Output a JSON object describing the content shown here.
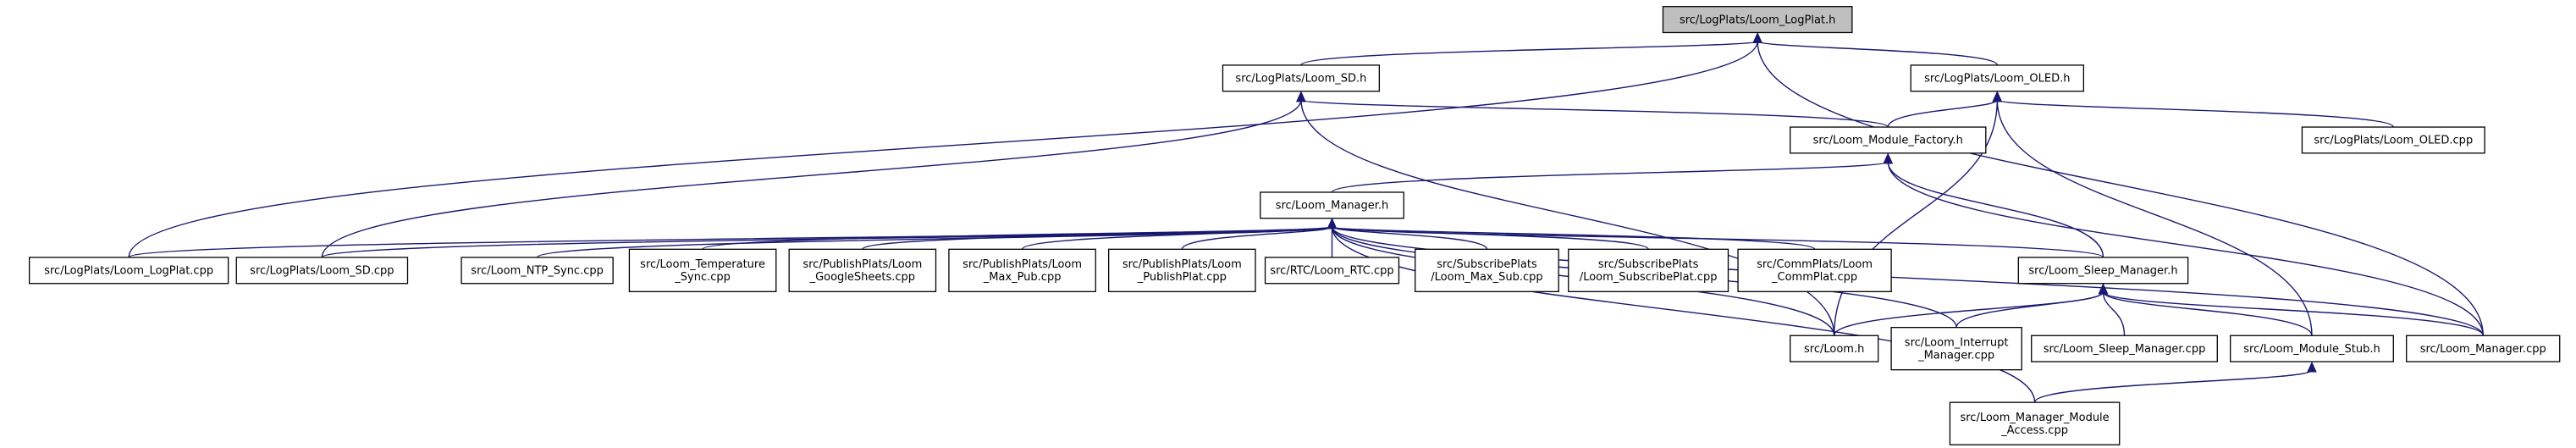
{
  "nodes": [
    {
      "id": "logplat_h",
      "lines": [
        "src/LogPlats/Loom_LogPlat.h"
      ],
      "focus": true
    },
    {
      "id": "sd_h",
      "lines": [
        "src/LogPlats/Loom_SD.h"
      ]
    },
    {
      "id": "oled_h",
      "lines": [
        "src/LogPlats/Loom_OLED.h"
      ]
    },
    {
      "id": "factory_h",
      "lines": [
        "src/Loom_Module_Factory.h"
      ]
    },
    {
      "id": "oled_cpp",
      "lines": [
        "src/LogPlats/Loom_OLED.cpp"
      ]
    },
    {
      "id": "manager_h",
      "lines": [
        "src/Loom_Manager.h"
      ]
    },
    {
      "id": "logplat_cpp",
      "lines": [
        "src/LogPlats/Loom_LogPlat.cpp"
      ]
    },
    {
      "id": "sd_cpp",
      "lines": [
        "src/LogPlats/Loom_SD.cpp"
      ]
    },
    {
      "id": "ntp_cpp",
      "lines": [
        "src/Loom_NTP_Sync.cpp"
      ]
    },
    {
      "id": "temp_cpp",
      "lines": [
        "src/Loom_Temperature",
        "_Sync.cpp"
      ]
    },
    {
      "id": "gsheets_cpp",
      "lines": [
        "src/PublishPlats/Loom",
        "_GoogleSheets.cpp"
      ]
    },
    {
      "id": "maxpub_cpp",
      "lines": [
        "src/PublishPlats/Loom",
        "_Max_Pub.cpp"
      ]
    },
    {
      "id": "publishplat_cpp",
      "lines": [
        "src/PublishPlats/Loom",
        "_PublishPlat.cpp"
      ]
    },
    {
      "id": "rtc_cpp",
      "lines": [
        "src/RTC/Loom_RTC.cpp"
      ]
    },
    {
      "id": "maxsub_cpp",
      "lines": [
        "src/SubscribePlats",
        "/Loom_Max_Sub.cpp"
      ]
    },
    {
      "id": "subscribeplat_cpp",
      "lines": [
        "src/SubscribePlats",
        "/Loom_SubscribePlat.cpp"
      ]
    },
    {
      "id": "commplat_cpp",
      "lines": [
        "src/CommPlats/Loom",
        "_CommPlat.cpp"
      ]
    },
    {
      "id": "sleep_h",
      "lines": [
        "src/Loom_Sleep_Manager.h"
      ]
    },
    {
      "id": "loom_h",
      "lines": [
        "src/Loom.h"
      ]
    },
    {
      "id": "interrupt_cpp",
      "lines": [
        "src/Loom_Interrupt",
        "_Manager.cpp"
      ]
    },
    {
      "id": "sleep_cpp",
      "lines": [
        "src/Loom_Sleep_Manager.cpp"
      ]
    },
    {
      "id": "stub_h",
      "lines": [
        "src/Loom_Module_Stub.h"
      ]
    },
    {
      "id": "manager_cpp",
      "lines": [
        "src/Loom_Manager.cpp"
      ]
    },
    {
      "id": "access_cpp",
      "lines": [
        "src/Loom_Manager_Module",
        "_Access.cpp"
      ]
    }
  ],
  "edges": [
    {
      "from": "logplat_h",
      "to": "sd_h"
    },
    {
      "from": "logplat_h",
      "to": "oled_h"
    },
    {
      "from": "logplat_h",
      "to": "logplat_cpp"
    },
    {
      "from": "logplat_h",
      "to": "manager_cpp"
    },
    {
      "from": "sd_h",
      "to": "factory_h"
    },
    {
      "from": "sd_h",
      "to": "sd_cpp"
    },
    {
      "from": "sd_h",
      "to": "loom_h"
    },
    {
      "from": "oled_h",
      "to": "factory_h"
    },
    {
      "from": "oled_h",
      "to": "oled_cpp"
    },
    {
      "from": "oled_h",
      "to": "loom_h"
    },
    {
      "from": "oled_h",
      "to": "stub_h"
    },
    {
      "from": "factory_h",
      "to": "manager_h"
    },
    {
      "from": "factory_h",
      "to": "sleep_h"
    },
    {
      "from": "factory_h",
      "to": "manager_cpp"
    },
    {
      "from": "manager_h",
      "to": "logplat_cpp"
    },
    {
      "from": "manager_h",
      "to": "sd_cpp"
    },
    {
      "from": "manager_h",
      "to": "ntp_cpp"
    },
    {
      "from": "manager_h",
      "to": "temp_cpp"
    },
    {
      "from": "manager_h",
      "to": "gsheets_cpp"
    },
    {
      "from": "manager_h",
      "to": "maxpub_cpp"
    },
    {
      "from": "manager_h",
      "to": "publishplat_cpp"
    },
    {
      "from": "manager_h",
      "to": "rtc_cpp"
    },
    {
      "from": "manager_h",
      "to": "maxsub_cpp"
    },
    {
      "from": "manager_h",
      "to": "subscribeplat_cpp"
    },
    {
      "from": "manager_h",
      "to": "commplat_cpp"
    },
    {
      "from": "manager_h",
      "to": "sleep_h"
    },
    {
      "from": "manager_h",
      "to": "loom_h"
    },
    {
      "from": "manager_h",
      "to": "interrupt_cpp"
    },
    {
      "from": "manager_h",
      "to": "manager_cpp"
    },
    {
      "from": "manager_h",
      "to": "access_cpp"
    },
    {
      "from": "sleep_h",
      "to": "loom_h"
    },
    {
      "from": "sleep_h",
      "to": "interrupt_cpp"
    },
    {
      "from": "sleep_h",
      "to": "sleep_cpp"
    },
    {
      "from": "sleep_h",
      "to": "stub_h"
    },
    {
      "from": "sleep_h",
      "to": "manager_cpp"
    },
    {
      "from": "stub_h",
      "to": "access_cpp"
    }
  ]
}
